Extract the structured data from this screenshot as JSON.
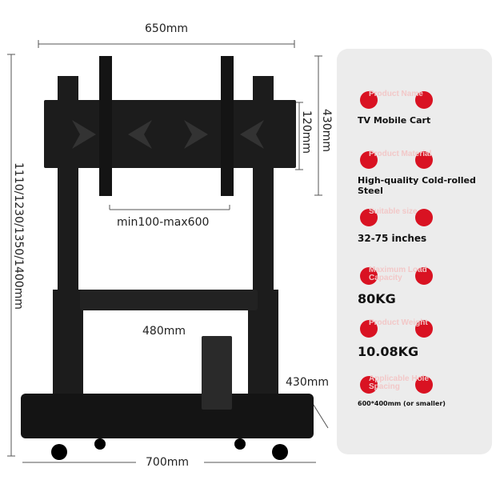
{
  "dimensions": {
    "top_width": "650mm",
    "panel_height": "430mm",
    "bracket_height": "120mm",
    "overall_height": "1110/1230/1350/1400mm",
    "vesa_range": "min100-max600",
    "shelf_width": "480mm",
    "base_depth": "430mm",
    "base_width": "700mm"
  },
  "specs": [
    {
      "label": "Product Name",
      "value": "TV Mobile Cart",
      "size": "sm"
    },
    {
      "label": "Product Material",
      "value": "High-quality Cold-rolled Steel",
      "size": "sm"
    },
    {
      "label": "Suitable size",
      "value": "32-75 inches",
      "size": "md"
    },
    {
      "label": "Maximum Load Capacity",
      "value": "80KG",
      "size": "lg"
    },
    {
      "label": "Product Weight",
      "value": "10.08KG",
      "size": "lg"
    },
    {
      "label": "Applicable Hole Spacing",
      "value": "600*400mm (or smaller)",
      "size": "xs"
    }
  ],
  "colors": {
    "accent": "#d91222",
    "frame": "#1b1b1b",
    "panel": "#ececec"
  }
}
